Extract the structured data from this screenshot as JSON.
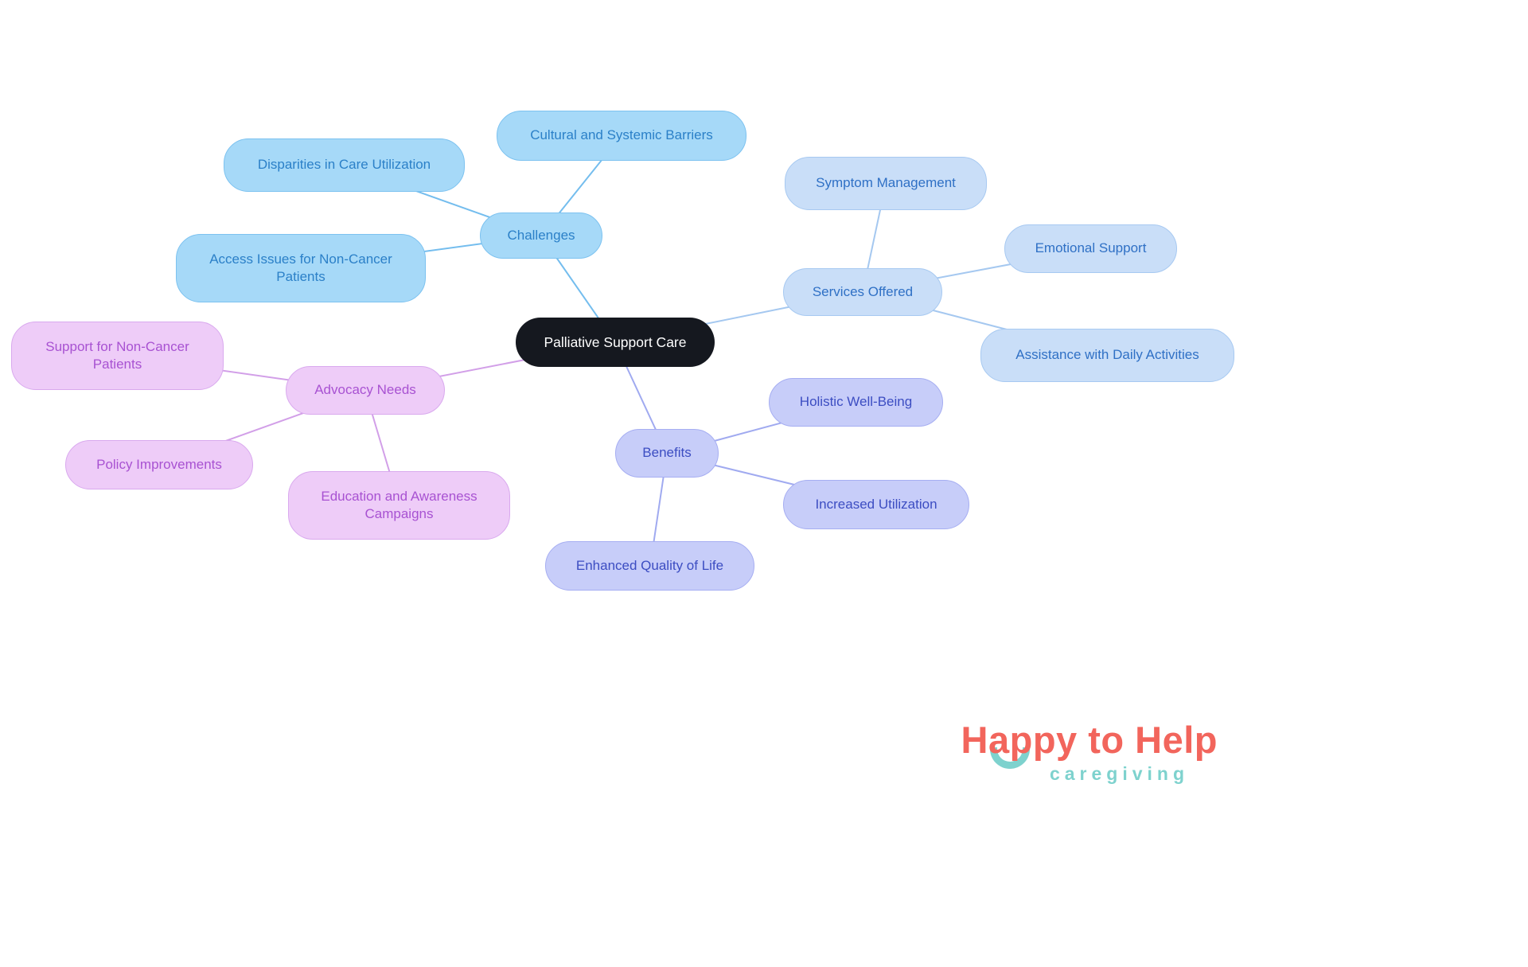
{
  "center": {
    "label": "Palliative Support Care"
  },
  "branches": {
    "challenges": {
      "label": "Challenges",
      "children": {
        "cultural": {
          "label": "Cultural and Systemic Barriers"
        },
        "disparities": {
          "label": "Disparities in Care Utilization"
        },
        "access": {
          "label": "Access Issues for Non-Cancer Patients"
        }
      }
    },
    "services": {
      "label": "Services Offered",
      "children": {
        "symptom": {
          "label": "Symptom Management"
        },
        "emotional": {
          "label": "Emotional Support"
        },
        "assistance": {
          "label": "Assistance with Daily Activities"
        }
      }
    },
    "benefits": {
      "label": "Benefits",
      "children": {
        "holistic": {
          "label": "Holistic Well-Being"
        },
        "increased": {
          "label": "Increased Utilization"
        },
        "enhanced": {
          "label": "Enhanced Quality of Life"
        }
      }
    },
    "advocacy": {
      "label": "Advocacy Needs",
      "children": {
        "support": {
          "label": "Support for Non-Cancer Patients"
        },
        "policy": {
          "label": "Policy Improvements"
        },
        "education": {
          "label": "Education and Awareness Campaigns"
        }
      }
    }
  },
  "logo": {
    "title": "Happy to Help",
    "subtitle": "caregiving"
  },
  "colors": {
    "center_fill": "#15181f",
    "center_text": "#ffffff",
    "challenges_fill": "#a6d9f8",
    "challenges_text": "#2b80c8",
    "challenges_edge": "#74bdee",
    "services_fill": "#c9def8",
    "services_text": "#2f70c5",
    "services_edge": "#a5c8f0",
    "benefits_fill": "#c7cdf9",
    "benefits_text": "#3c4dc2",
    "benefits_edge": "#a0aaf0",
    "advocacy_fill": "#eeccf8",
    "advocacy_text": "#a852d2",
    "advocacy_edge": "#d29fe8",
    "logo_primary": "#f2655c",
    "logo_accent": "#7ed2ce",
    "background": "#ffffff"
  }
}
